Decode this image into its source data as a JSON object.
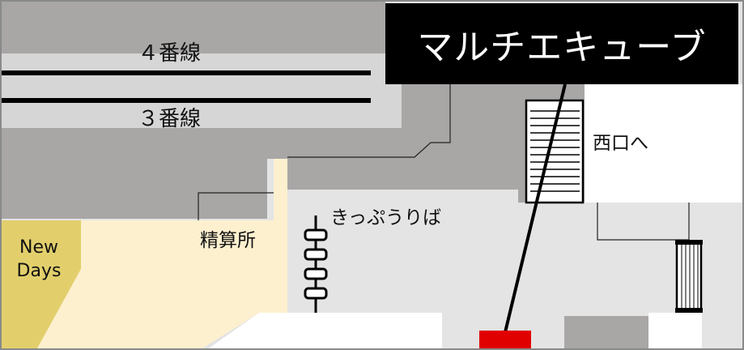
{
  "title": "マルチエキューブ",
  "labels": {
    "track4": "４番線",
    "track3": "３番線",
    "fare_adjustment": "精算所",
    "ticket_gates": "きっぷうりば",
    "west_exit": "西口へ",
    "store_line1": "New",
    "store_line2": "Days"
  },
  "colors": {
    "concourse": "#e4e4e4",
    "platform_area": "#a9a6a6",
    "track_band": "#d6d6d6",
    "store": "#e2cf6c",
    "pale_floor": "#fdf0cf",
    "marker": "#e00000",
    "banner": "#000000"
  },
  "icons": [
    "ticket-gate-icon",
    "stairs-icon",
    "escalator-icon",
    "location-marker"
  ]
}
